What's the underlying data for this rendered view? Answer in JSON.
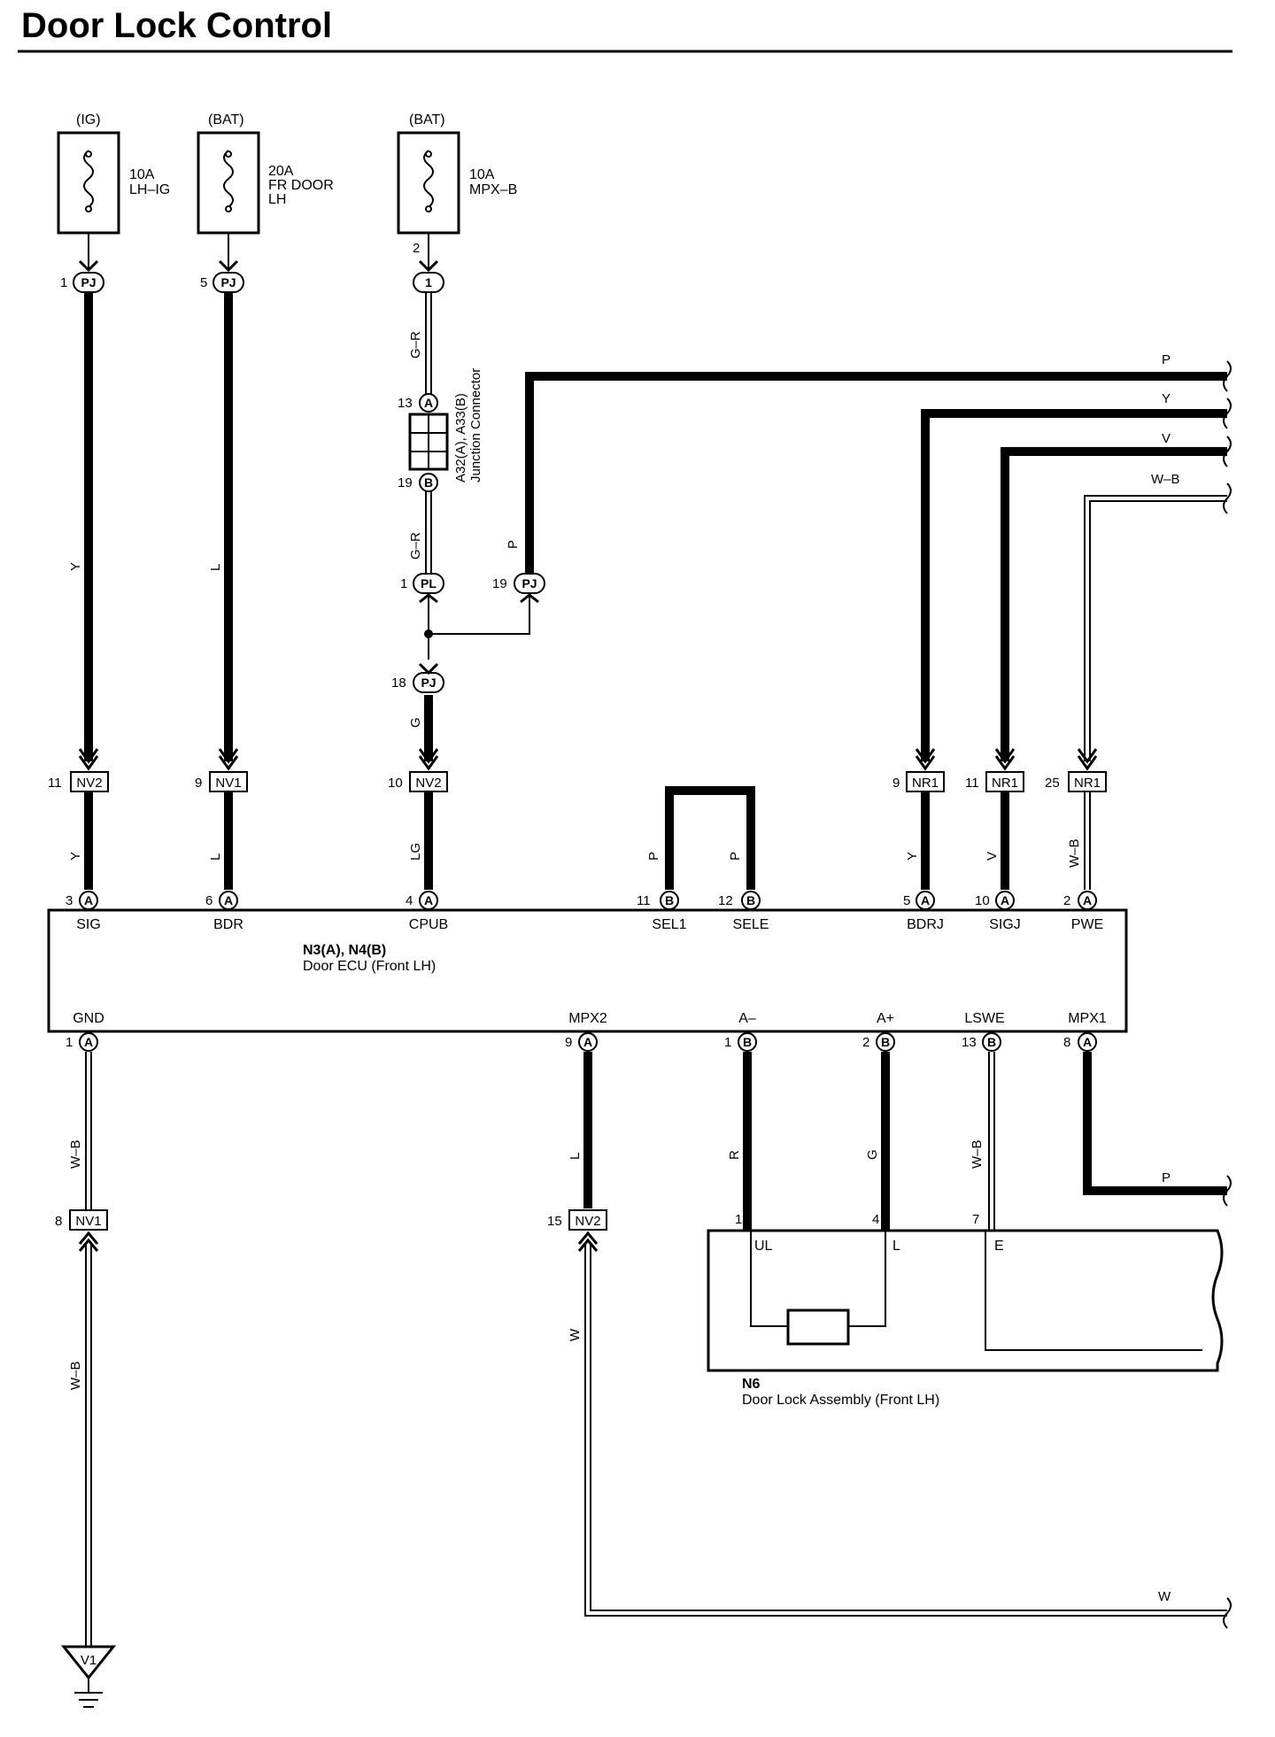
{
  "title": "Door Lock Control",
  "fuses": [
    {
      "source": "(IG)",
      "line1": "10A",
      "line2": "LH–IG",
      "line3": ""
    },
    {
      "source": "(BAT)",
      "line1": "20A",
      "line2": "FR DOOR",
      "line3": "LH"
    },
    {
      "source": "(BAT)",
      "line1": "10A",
      "line2": "MPX–B",
      "line3": ""
    }
  ],
  "junction": {
    "label1": "A32(A), A33(B)",
    "label2": "Junction Connector"
  },
  "ecu": {
    "label1": "N3(A), N4(B)",
    "label2": "Door ECU (Front LH)"
  },
  "lock_assembly": {
    "label1": "N6",
    "label2": "Door Lock Assembly (Front LH)"
  },
  "ground": {
    "label": "V1"
  },
  "ecu_top_terminals": [
    {
      "pin": "3",
      "connector": "A",
      "name": "SIG"
    },
    {
      "pin": "6",
      "connector": "A",
      "name": "BDR"
    },
    {
      "pin": "4",
      "connector": "A",
      "name": "CPUB"
    },
    {
      "pin": "11",
      "connector": "B",
      "name": "SEL1"
    },
    {
      "pin": "12",
      "connector": "B",
      "name": "SELE"
    },
    {
      "pin": "5",
      "connector": "A",
      "name": "BDRJ"
    },
    {
      "pin": "10",
      "connector": "A",
      "name": "SIGJ"
    },
    {
      "pin": "2",
      "connector": "A",
      "name": "PWE"
    }
  ],
  "ecu_bottom_terminals": [
    {
      "pin": "1",
      "connector": "A",
      "name": "GND"
    },
    {
      "pin": "9",
      "connector": "A",
      "name": "MPX2"
    },
    {
      "pin": "1",
      "connector": "B",
      "name": "A–"
    },
    {
      "pin": "2",
      "connector": "B",
      "name": "A+"
    },
    {
      "pin": "13",
      "connector": "B",
      "name": "LSWE"
    },
    {
      "pin": "8",
      "connector": "A",
      "name": "MPX1"
    }
  ],
  "inline_connectors": [
    {
      "pin": "1",
      "name": "PJ"
    },
    {
      "pin": "5",
      "name": "PJ"
    },
    {
      "pin": "2",
      "name": "1"
    },
    {
      "pin": "13",
      "name": "A"
    },
    {
      "pin": "19",
      "name": "B"
    },
    {
      "pin": "1",
      "name": "PL"
    },
    {
      "pin": "19",
      "name": "PJ"
    },
    {
      "pin": "18",
      "name": "PJ"
    }
  ],
  "harness_connectors": [
    {
      "pin": "11",
      "name": "NV2"
    },
    {
      "pin": "9",
      "name": "NV1"
    },
    {
      "pin": "10",
      "name": "NV2"
    },
    {
      "pin": "9",
      "name": "NR1"
    },
    {
      "pin": "11",
      "name": "NR1"
    },
    {
      "pin": "25",
      "name": "NR1"
    },
    {
      "pin": "8",
      "name": "NV1"
    },
    {
      "pin": "15",
      "name": "NV2"
    }
  ],
  "wire_colors": [
    "Y",
    "L",
    "G–R",
    "G–R",
    "P",
    "G",
    "Y",
    "L",
    "LG",
    "P",
    "P",
    "Y",
    "V",
    "W–B",
    "W–B",
    "L",
    "R",
    "G",
    "W–B",
    "W–B",
    "W",
    "P",
    "Y",
    "V",
    "W–B",
    "P",
    "W"
  ],
  "lock_pins": [
    {
      "pin": "1",
      "name": "UL"
    },
    {
      "pin": "4",
      "name": "L"
    },
    {
      "pin": "7",
      "name": "E"
    }
  ]
}
